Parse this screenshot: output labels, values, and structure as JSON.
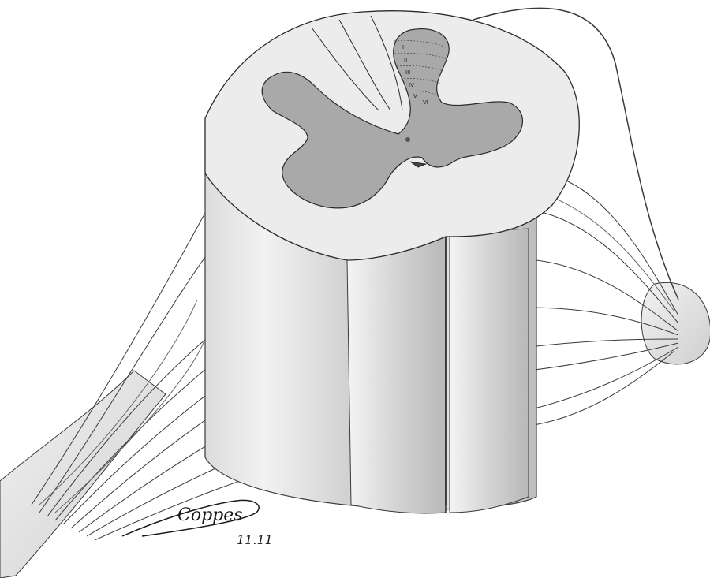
{
  "image": {
    "subject": "spinal-cord-cross-section",
    "colors": {
      "background": "#ffffff",
      "white_matter": "#ececec",
      "white_matter_shadow": "#bdbdbd",
      "gray_matter": "#a9a9a9",
      "outline": "#2a2a2a",
      "nerve_fiber": "#e7e7e7"
    }
  },
  "gray_matter": {
    "lamina_marks": [
      "I",
      "II",
      "III",
      "IV",
      "V",
      "VI"
    ]
  },
  "signature": {
    "text": "Coppes",
    "date": "11.11"
  }
}
